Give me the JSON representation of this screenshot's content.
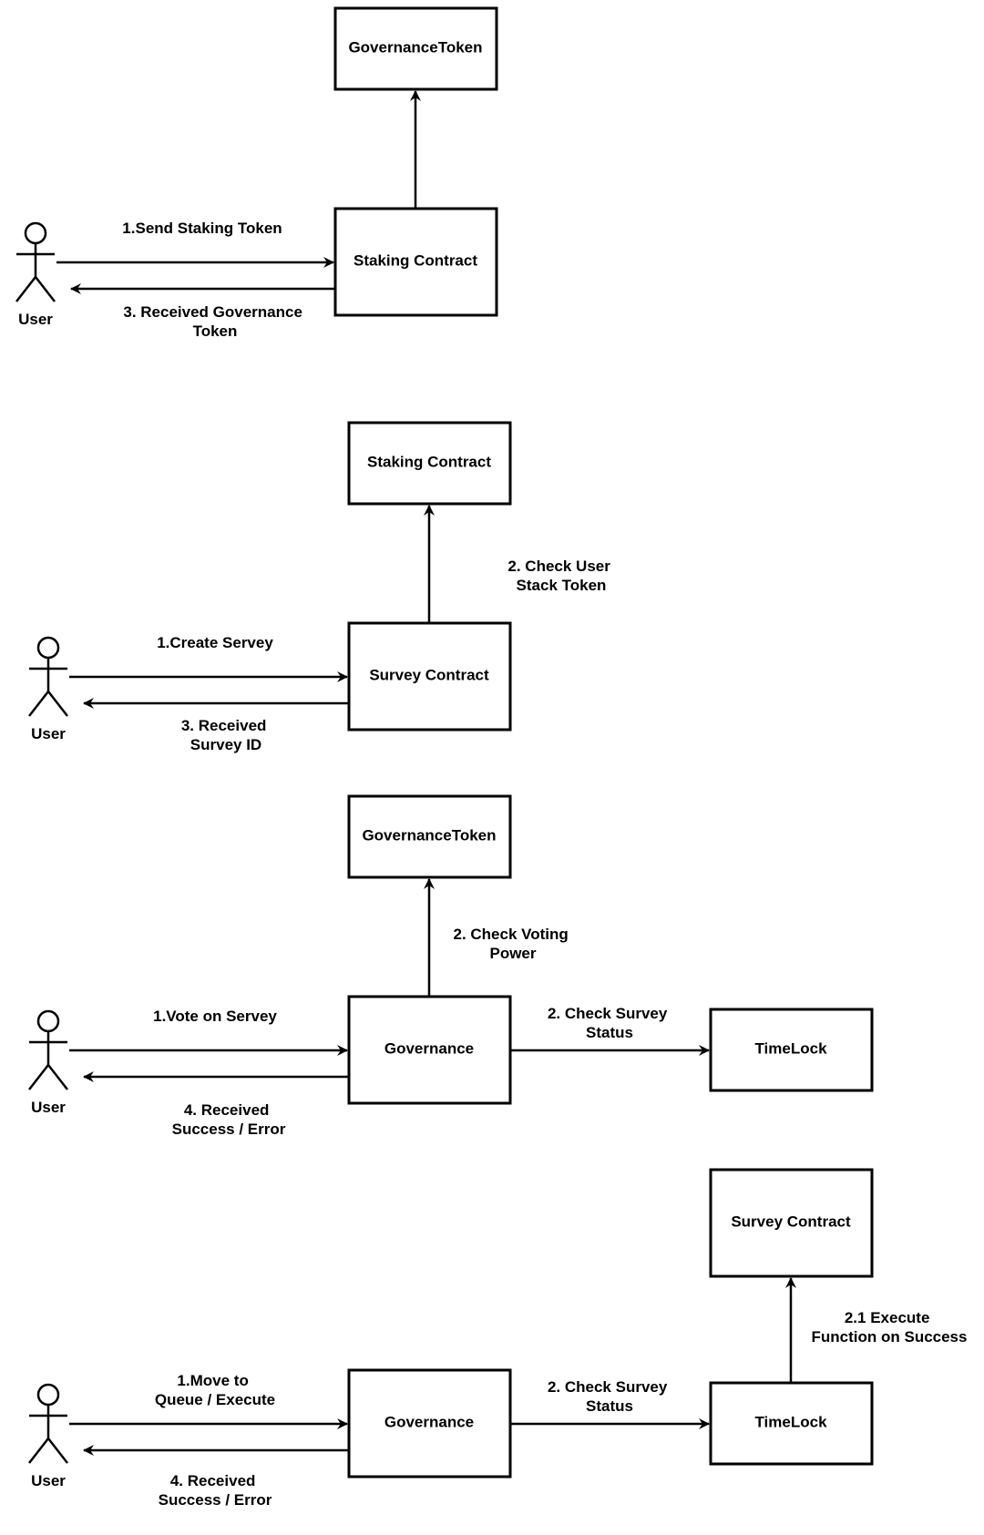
{
  "diagrams": [
    {
      "actor": "User",
      "nodes": [
        "GovernanceToken",
        "Staking Contract"
      ],
      "edges": [
        "1.Send Staking Token",
        "3. Received Governance Token"
      ]
    },
    {
      "actor": "User",
      "nodes": [
        "Staking Contract",
        "Survey Contract"
      ],
      "edges": [
        "2. Check User Stack Token",
        "1.Create Servey",
        "3. Received Survey ID"
      ]
    },
    {
      "actor": "User",
      "nodes": [
        "GovernanceToken",
        "Governance",
        "TimeLock"
      ],
      "edges": [
        "2. Check Voting Power",
        "1.Vote on Servey",
        "2. Check Survey Status",
        "4. Received Success / Error"
      ]
    },
    {
      "actor": "User",
      "nodes": [
        "Survey Contract",
        "Governance",
        "TimeLock"
      ],
      "edges": [
        "2.1 Execute Function on Success",
        "1.Move to Queue / Execute",
        "2. Check Survey Status",
        "4. Received Success / Error"
      ]
    }
  ]
}
